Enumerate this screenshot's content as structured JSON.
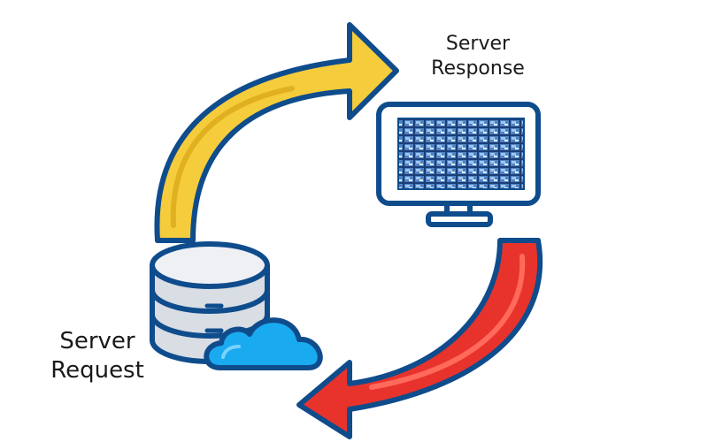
{
  "labels": {
    "response_line1": "Server",
    "response_line2": "Response",
    "request_line1": "Server",
    "request_line2": "Request"
  },
  "colors": {
    "outline": "#0f4c8c",
    "yellow_arrow": "#f5cc3c",
    "red_arrow": "#e8332d",
    "database_body": "#d9dde4",
    "cloud": "#1aaaf0",
    "monitor_frame": "#ffffff"
  },
  "icons": [
    "server-database-icon",
    "cloud-icon",
    "monitor-icon",
    "curved-arrow-icon"
  ]
}
